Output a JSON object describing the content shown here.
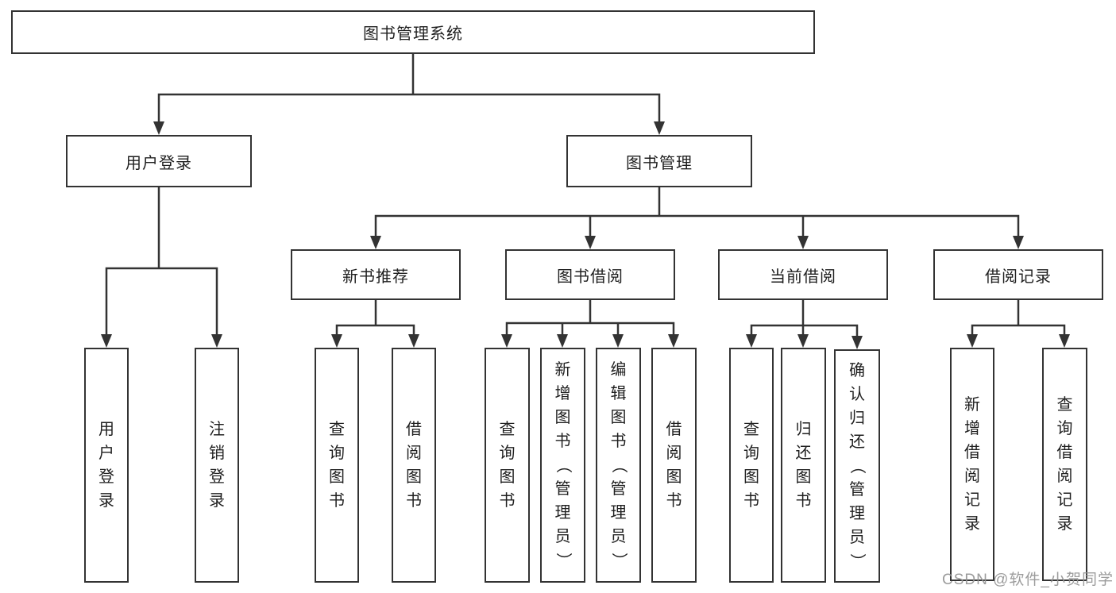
{
  "diagram": {
    "root": {
      "label": "图书管理系统"
    },
    "branches": {
      "user_login": {
        "label": "用户登录",
        "children": {
          "login": "用户登录",
          "logout": "注销登录"
        }
      },
      "book_management": {
        "label": "图书管理",
        "groups": {
          "new_book_recommend": {
            "label": "新书推荐",
            "children": {
              "query_books": "查询图书",
              "borrow_books": "借阅图书"
            }
          },
          "book_borrowing": {
            "label": "图书借阅",
            "children": {
              "query_books": "查询图书",
              "add_book_admin": "新增图书（管理员）",
              "edit_book_admin": "编辑图书（管理员）",
              "borrow_books": "借阅图书"
            }
          },
          "current_borrowing": {
            "label": "当前借阅",
            "children": {
              "query_books": "查询图书",
              "return_books": "归还图书",
              "confirm_return_admin": "确认归还（管理员）"
            }
          },
          "borrowing_records": {
            "label": "借阅记录",
            "children": {
              "add_borrow_record": "新增借阅记录",
              "query_borrow_record": "查询借阅记录"
            }
          }
        }
      }
    }
  },
  "watermark": "CSDN @软件_小贺同学",
  "colors": {
    "line": "#333333",
    "text": "#1f1f1f",
    "background": "#ffffff",
    "watermark": "#949494"
  }
}
